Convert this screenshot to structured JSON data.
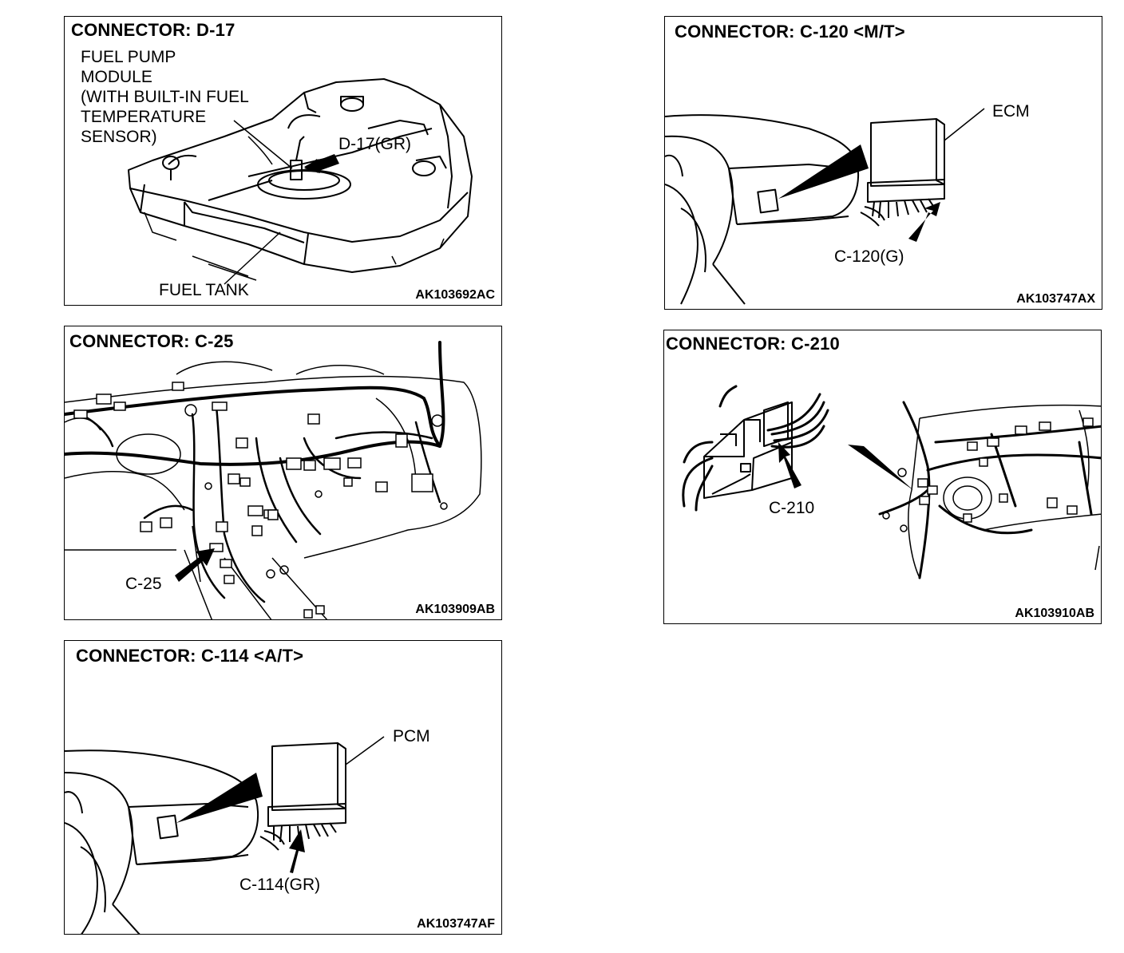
{
  "panels": {
    "d17": {
      "title": "CONNECTOR: D-17",
      "module_label": "FUEL PUMP\nMODULE\n(WITH BUILT-IN FUEL\nTEMPERATURE\nSENSOR)",
      "connector_label": "D-17(GR)",
      "tank_label": "FUEL TANK",
      "code": "AK103692AC"
    },
    "c120": {
      "title": "CONNECTOR: C-120 <M/T>",
      "unit_label": "ECM",
      "connector_label": "C-120(G)",
      "code": "AK103747AX"
    },
    "c25": {
      "title": "CONNECTOR: C-25",
      "connector_label": "C-25",
      "code": "AK103909AB"
    },
    "c210": {
      "title": "CONNECTOR: C-210",
      "connector_label": "C-210",
      "code": "AK103910AB"
    },
    "c114": {
      "title": "CONNECTOR: C-114 <A/T>",
      "unit_label": "PCM",
      "connector_label": "C-114(GR)",
      "code": "AK103747AF"
    }
  }
}
